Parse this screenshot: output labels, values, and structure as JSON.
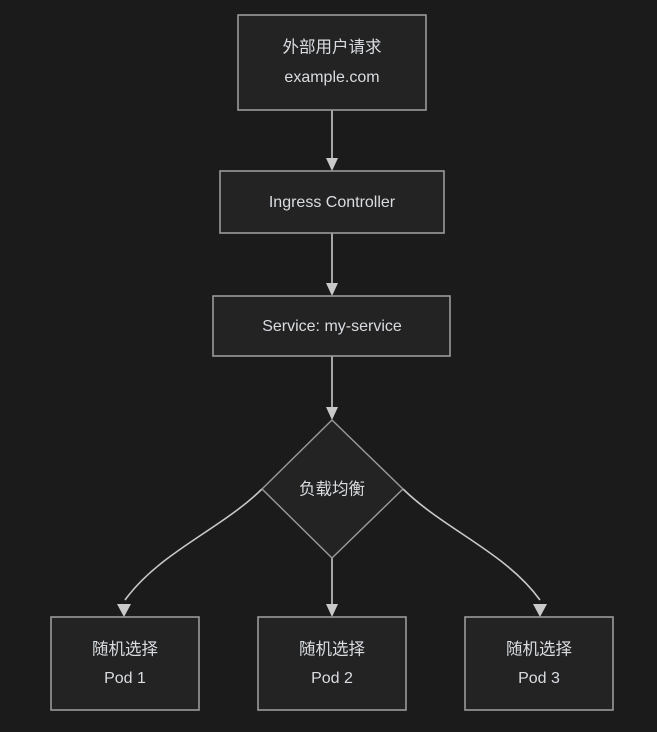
{
  "diagram": {
    "type": "flowchart",
    "direction": "top-to-bottom",
    "background_color": "#1b1b1b",
    "node_fill_color": "#232323",
    "node_border_color": "#9a9a9a",
    "edge_color": "#c9c9c9",
    "text_color": "#d9dde1",
    "nodes": [
      {
        "id": "external-request",
        "shape": "rectangle",
        "line1": "外部用户请求",
        "line2": "example.com"
      },
      {
        "id": "ingress-controller",
        "shape": "rectangle",
        "line1": "Ingress Controller",
        "line2": ""
      },
      {
        "id": "service",
        "shape": "rectangle",
        "line1": "Service: my-service",
        "line2": ""
      },
      {
        "id": "load-balancer",
        "shape": "diamond",
        "line1": "负载均衡",
        "line2": ""
      },
      {
        "id": "pod-1",
        "shape": "rectangle",
        "line1": "随机选择",
        "line2": "Pod 1"
      },
      {
        "id": "pod-2",
        "shape": "rectangle",
        "line1": "随机选择",
        "line2": "Pod 2"
      },
      {
        "id": "pod-3",
        "shape": "rectangle",
        "line1": "随机选择",
        "line2": "Pod 3"
      }
    ],
    "edges": [
      {
        "id": "edge-request-to-ingress",
        "from": "external-request",
        "to": "ingress-controller",
        "label": "",
        "style": "straight-arrow"
      },
      {
        "id": "edge-ingress-to-service",
        "from": "ingress-controller",
        "to": "service",
        "label": "",
        "style": "straight-arrow"
      },
      {
        "id": "edge-service-to-lb",
        "from": "service",
        "to": "load-balancer",
        "label": "",
        "style": "straight-arrow"
      },
      {
        "id": "edge-lb-to-pod1",
        "from": "load-balancer",
        "to": "pod-1",
        "label": "",
        "style": "curved-arrow"
      },
      {
        "id": "edge-lb-to-pod2",
        "from": "load-balancer",
        "to": "pod-2",
        "label": "",
        "style": "straight-arrow"
      },
      {
        "id": "edge-lb-to-pod3",
        "from": "load-balancer",
        "to": "pod-3",
        "label": "",
        "style": "curved-arrow"
      }
    ]
  }
}
